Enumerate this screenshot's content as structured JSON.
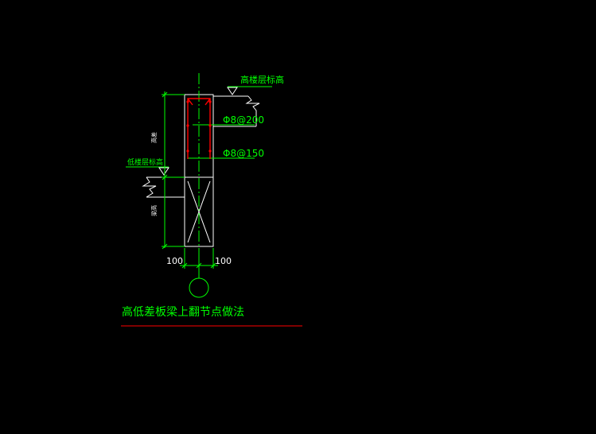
{
  "drawing": {
    "title": "高低差板梁上翻节点做法",
    "high_level_label": "高楼层标高",
    "low_level_label": "低楼层标高",
    "rebar_top": "Φ8@200",
    "rebar_bottom": "Φ8@150",
    "vertical_label_upper": "高差",
    "vertical_label_lower": "梁高",
    "dim_left": "100",
    "dim_right": "100"
  },
  "colors": {
    "background": "#000000",
    "linework": "#ffffff",
    "annotation": "#00ff00",
    "rebar": "#ff0000",
    "underline": "#ff0000",
    "grid_circle": "#00ff00"
  }
}
